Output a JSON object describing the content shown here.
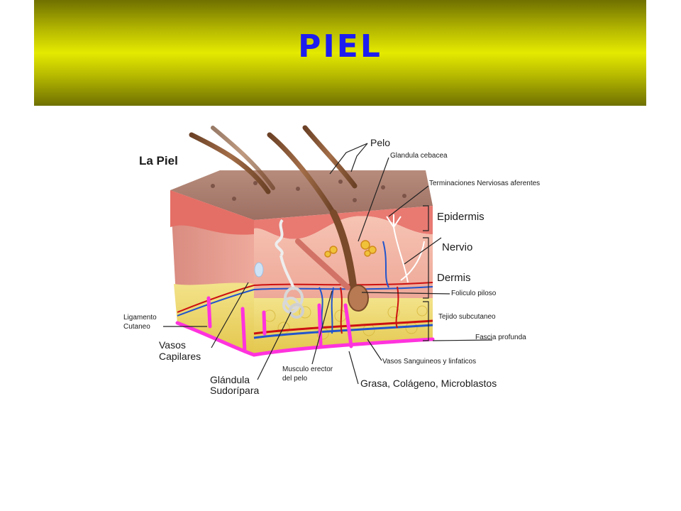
{
  "slide": {
    "title": "PIEL"
  },
  "diagram": {
    "heading": "La Piel",
    "labels": {
      "pelo": "Pelo",
      "glandula_cebacea": "Glandula cebacea",
      "terminaciones": "Terminaciones Nerviosas aferentes",
      "epidermis": "Epidermis",
      "nervio": "Nervio",
      "dermis": "Dermis",
      "foliculo": "Foliculo piloso",
      "tejido": "Tejido subcutaneo",
      "fascia": "Fascia profunda",
      "vasos_sanguineos": "Vasos Sanguineos y linfaticos",
      "grasa": "Grasa, Colágeno, Microblastos",
      "musculo_1": "Musculo erector",
      "musculo_2": "del pelo",
      "glandula_sud_1": "Glándula",
      "glandula_sud_2": "Sudorípara",
      "vasos_cap_1": "Vasos",
      "vasos_cap_2": "Capilares",
      "ligamento_1": "Ligamento",
      "ligamento_2": "Cutaneo"
    },
    "colors": {
      "title": "#1d1df0",
      "epidermis": "#e87a72",
      "dermis": "#f2b8a8",
      "subcutaneous": "#efd86a",
      "hair": "#8a5a3a",
      "fascia": "#ff33dd",
      "artery": "#cc1111",
      "vein": "#2255cc"
    }
  }
}
